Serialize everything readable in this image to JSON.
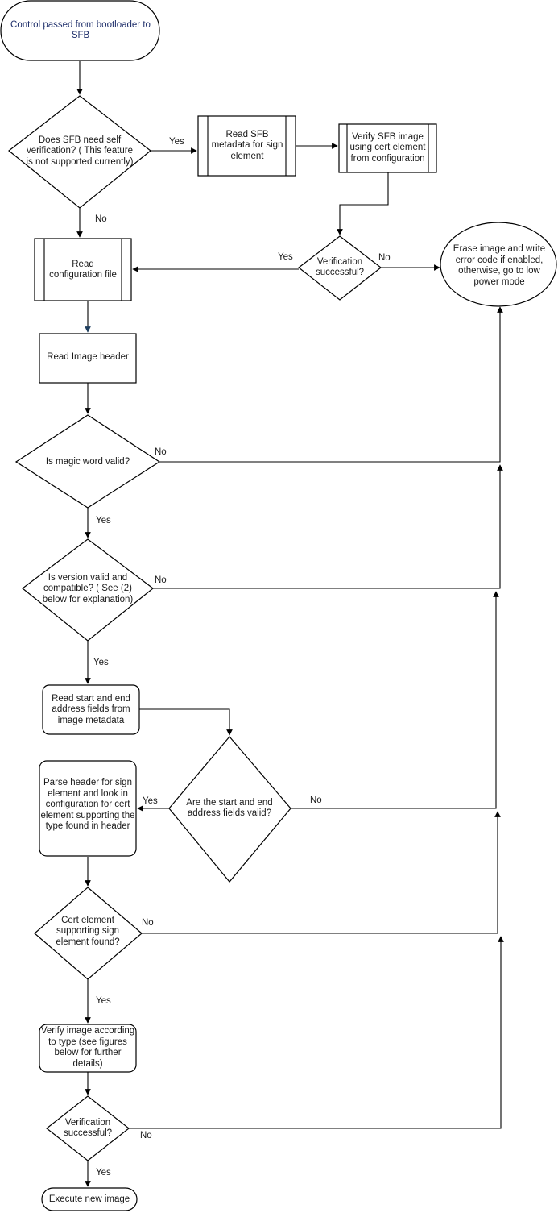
{
  "colors": {
    "start_text": "#1f2f6b",
    "arrow_accent": "#1f3f5f"
  },
  "nodes": {
    "start": "Control passed from bootloader to SFB",
    "self_verify": "Does SFB need self verification? ( This feature is not supported currently)",
    "read_sfb_metadata": "Read SFB metadata for sign element",
    "verify_sfb_image": "Verify SFB image using cert element from configuration",
    "verification_1": "Verification successful?",
    "erase_image": "Erase image and write error code if enabled, otherwise, go to low power mode",
    "read_config": "Read configuration file",
    "read_header": "Read Image header",
    "magic_word": "Is magic word valid?",
    "version_valid": "Is version valid and compatible? ( See (2) below for explanation)",
    "read_addresses": "Read start and end address fields from image metadata",
    "addresses_valid": "Are the start and end address fields valid?",
    "parse_header": "Parse header for sign element and look in configuration for cert element supporting the type found in header",
    "cert_found": "Cert element supporting sign element found?",
    "verify_image": "Verify image according to type (see figures below for further details)",
    "verification_2": "Verification successful?",
    "execute": "Execute new image"
  },
  "edges": {
    "self_yes": "Yes",
    "self_no": "No",
    "v1_yes": "Yes",
    "v1_no": "No",
    "magic_no": "No",
    "magic_yes": "Yes",
    "version_no": "No",
    "version_yes": "Yes",
    "addr_yes": "Yes",
    "addr_no": "No",
    "cert_no": "No",
    "cert_yes": "Yes",
    "v2_no": "No",
    "v2_yes": "Yes"
  }
}
